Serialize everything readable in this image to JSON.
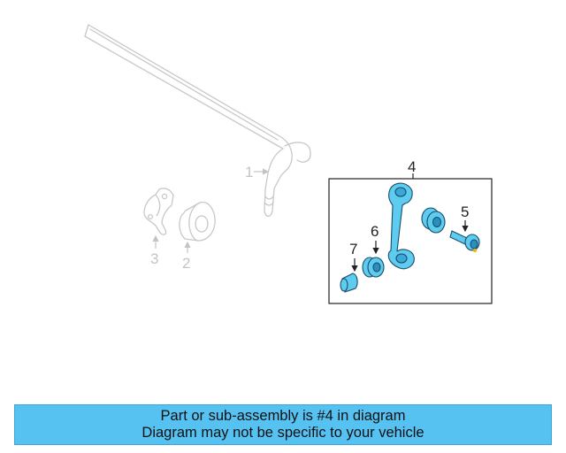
{
  "callouts": {
    "part_1": "1",
    "part_2": "2",
    "part_3": "3",
    "part_4": "4",
    "part_5": "5",
    "part_6": "6",
    "part_7": "7"
  },
  "banner": {
    "line1": "Part or sub-assembly is #4 in diagram",
    "line2": "Diagram may not be specific to your vehicle"
  },
  "colors": {
    "highlight_part": "#5ecbf0",
    "ghost_part": "#c8c8c8",
    "banner_bg": "#56c2f2"
  }
}
